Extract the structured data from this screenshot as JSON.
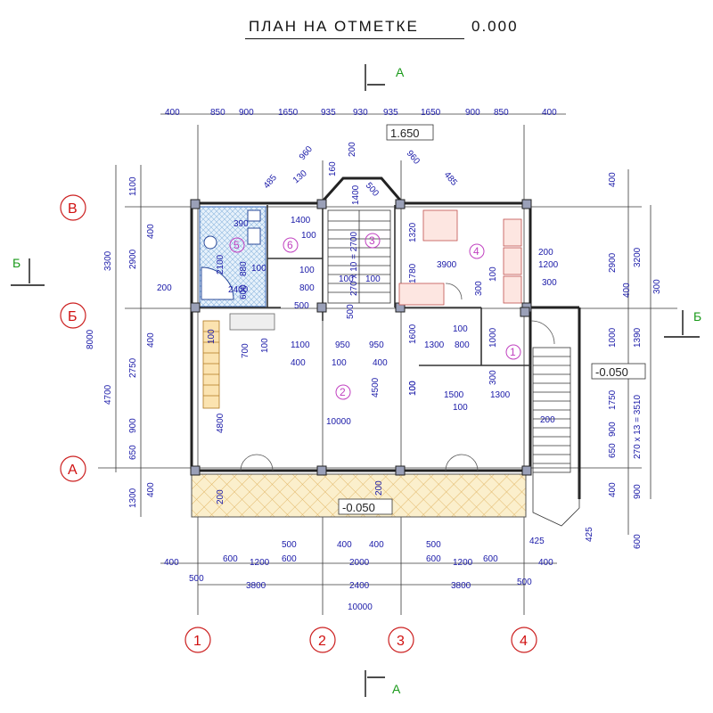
{
  "title": {
    "prefix": "ПЛАН НА ОТМЕТКЕ",
    "level": "0.000"
  },
  "section_marks": {
    "a": "А",
    "b": "Б"
  },
  "axes": {
    "vertical": [
      "1",
      "2",
      "3",
      "4"
    ],
    "horizontal": [
      "В",
      "Б",
      "А"
    ]
  },
  "rooms": [
    "1",
    "2",
    "3",
    "4",
    "5",
    "6"
  ],
  "levels": {
    "upper": "1.650",
    "porch": "-0.050",
    "entry": "-0.050"
  },
  "stairs": {
    "main": "270 x 10 = 2700",
    "side": "270 x 13 = 3510"
  },
  "dims_top": [
    "400",
    "850",
    "900",
    "1650",
    "935",
    "930",
    "935",
    "1650",
    "900",
    "850",
    "400"
  ],
  "dims_bottom_1": [
    "400",
    "600",
    "1200",
    "600",
    "500",
    "400",
    "400",
    "500",
    "600",
    "1200",
    "600",
    "400"
  ],
  "dims_bottom_2": [
    "500",
    "2000",
    "500"
  ],
  "dims_bottom_3": [
    "3800",
    "2400",
    "3800"
  ],
  "dims_bottom_total": "10000",
  "dims_left_1": [
    "1100",
    "400",
    "2900",
    "200",
    "400",
    "2750",
    "900",
    "650",
    "400",
    "1300"
  ],
  "dims_left_2": [
    "3300",
    "4700"
  ],
  "dims_left_total": "8000",
  "dims_right_1": [
    "400",
    "2900",
    "400",
    "1000",
    "1750",
    "900",
    "650",
    "400",
    "600"
  ],
  "dims_right_2": [
    "3200",
    "1390",
    "900"
  ],
  "dims_right_3": [
    "300"
  ],
  "dims_inner": {
    "bay_diag": [
      "960",
      "960",
      "485",
      "485",
      "130",
      "160",
      "200",
      "500",
      "1400"
    ],
    "room5": [
      "390",
      "2100",
      "880",
      "600",
      "2400",
      "100",
      "100"
    ],
    "room6": [
      "1400",
      "100",
      "100",
      "800",
      "500",
      "100"
    ],
    "hall": [
      "1100",
      "950",
      "950",
      "400",
      "100",
      "400",
      "700",
      "100",
      "100",
      "4800",
      "10000",
      "4500",
      "1600",
      "500"
    ],
    "room4": [
      "1320",
      "1780",
      "3900",
      "200",
      "1200",
      "300",
      "300",
      "100",
      "100"
    ],
    "right_block": [
      "1300",
      "800",
      "100",
      "1000",
      "300",
      "1500",
      "1300",
      "100",
      "100",
      "200",
      "425",
      "425",
      "200",
      "200"
    ]
  }
}
